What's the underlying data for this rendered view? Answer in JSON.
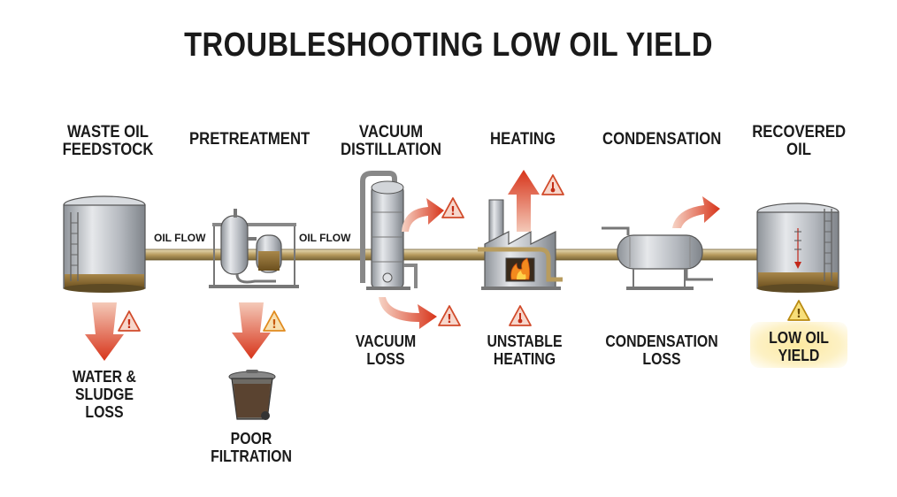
{
  "title": "TROUBLESHOOTING LOW OIL YIELD",
  "stages": [
    {
      "id": "feedstock",
      "line1": "WASTE OIL",
      "line2": "FEEDSTOCK"
    },
    {
      "id": "pretreatment",
      "line1": "PRETREATMENT",
      "line2": ""
    },
    {
      "id": "vacuum",
      "line1": "VACUUM",
      "line2": "DISTILLATION"
    },
    {
      "id": "heating",
      "line1": "HEATING",
      "line2": ""
    },
    {
      "id": "condensation",
      "line1": "CONDENSATION",
      "line2": ""
    },
    {
      "id": "recovered",
      "line1": "RECOVERED",
      "line2": "OIL"
    }
  ],
  "flow_labels": [
    "OIL FLOW",
    "OIL FLOW"
  ],
  "issues": [
    {
      "id": "water-sludge",
      "lines": [
        "WATER &",
        "SLUDGE",
        "LOSS"
      ]
    },
    {
      "id": "filtration",
      "lines": [
        "POOR",
        "FILTRATION"
      ]
    },
    {
      "id": "vacuum-loss",
      "lines": [
        "VACUUM",
        "LOSS"
      ]
    },
    {
      "id": "unstable-heating",
      "lines": [
        "UNSTABLE",
        "HEATING"
      ]
    },
    {
      "id": "condensation-loss",
      "lines": [
        "CONDENSATION",
        "LOSS"
      ]
    },
    {
      "id": "low-yield",
      "lines": [
        "LOW OIL",
        "YIELD"
      ]
    }
  ],
  "colors": {
    "arrow": "#d9381e",
    "warning": "#f0c419",
    "pipe": "#c8b27a",
    "oil": "#8a6a2c",
    "steel": "#b8bcc2",
    "highlight": "#fbe59a"
  },
  "icons": [
    "warning-icon",
    "thermometer-icon",
    "trash-bin-icon",
    "flame-icon"
  ]
}
